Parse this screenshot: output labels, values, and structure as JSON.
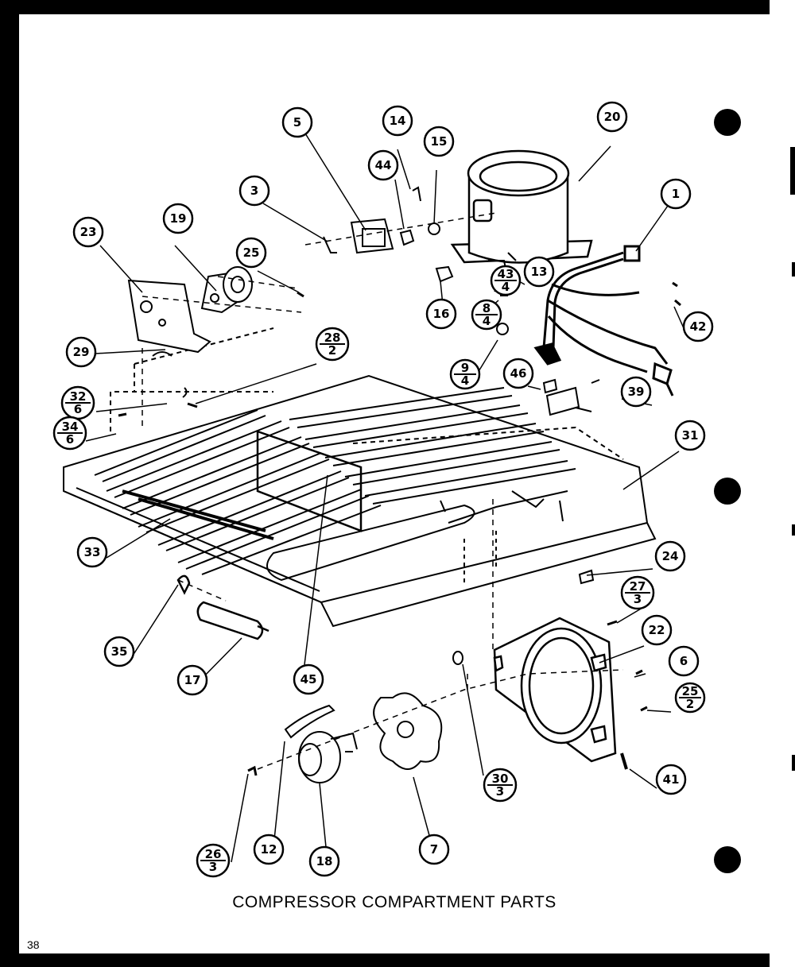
{
  "caption": "COMPRESSOR COMPARTMENT PARTS",
  "page_number": "38",
  "callouts": [
    {
      "id": "c1",
      "top": "1"
    },
    {
      "id": "c3",
      "top": "3"
    },
    {
      "id": "c5",
      "top": "5"
    },
    {
      "id": "c6",
      "top": "6"
    },
    {
      "id": "c7",
      "top": "7"
    },
    {
      "id": "c8",
      "top": "8",
      "bottom": "4"
    },
    {
      "id": "c9",
      "top": "9",
      "bottom": "4"
    },
    {
      "id": "c12",
      "top": "12"
    },
    {
      "id": "c13",
      "top": "13"
    },
    {
      "id": "c14",
      "top": "14"
    },
    {
      "id": "c15",
      "top": "15"
    },
    {
      "id": "c16",
      "top": "16"
    },
    {
      "id": "c17",
      "top": "17"
    },
    {
      "id": "c18",
      "top": "18"
    },
    {
      "id": "c19",
      "top": "19"
    },
    {
      "id": "c20",
      "top": "20"
    },
    {
      "id": "c22",
      "top": "22"
    },
    {
      "id": "c23",
      "top": "23"
    },
    {
      "id": "c24",
      "top": "24"
    },
    {
      "id": "c25",
      "top": "25"
    },
    {
      "id": "c25b",
      "top": "25",
      "bottom": "2"
    },
    {
      "id": "c26",
      "top": "26",
      "bottom": "3"
    },
    {
      "id": "c27",
      "top": "27",
      "bottom": "3"
    },
    {
      "id": "c28",
      "top": "28",
      "bottom": "2"
    },
    {
      "id": "c29",
      "top": "29"
    },
    {
      "id": "c30",
      "top": "30",
      "bottom": "3"
    },
    {
      "id": "c31",
      "top": "31"
    },
    {
      "id": "c32",
      "top": "32",
      "bottom": "6"
    },
    {
      "id": "c33",
      "top": "33"
    },
    {
      "id": "c34",
      "top": "34",
      "bottom": "6"
    },
    {
      "id": "c35",
      "top": "35"
    },
    {
      "id": "c39",
      "top": "39"
    },
    {
      "id": "c41",
      "top": "41"
    },
    {
      "id": "c42",
      "top": "42"
    },
    {
      "id": "c43",
      "top": "43",
      "bottom": "4"
    },
    {
      "id": "c44",
      "top": "44"
    },
    {
      "id": "c45",
      "top": "45"
    },
    {
      "id": "c46",
      "top": "46"
    }
  ]
}
